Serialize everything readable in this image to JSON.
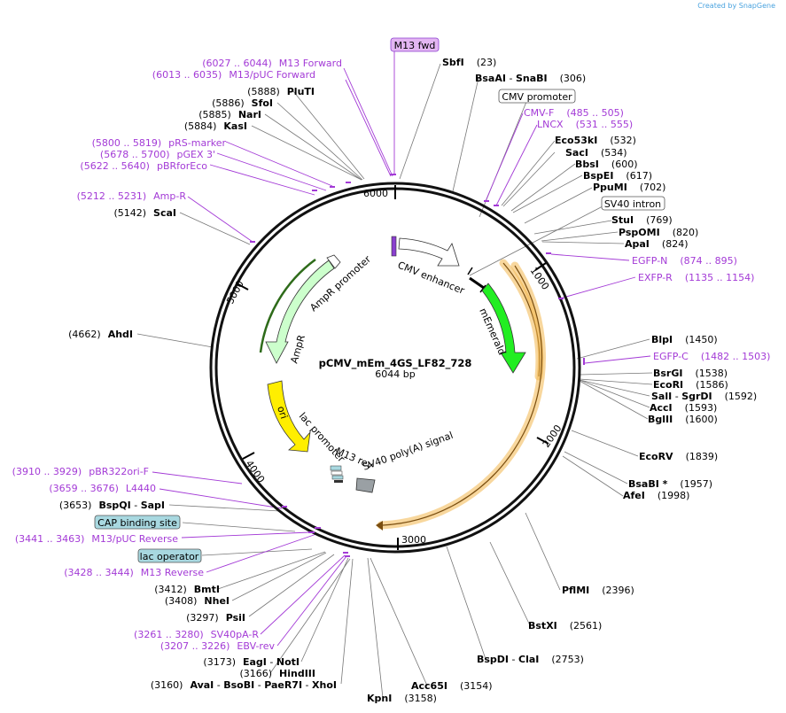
{
  "credit": {
    "prefix": "Created by",
    "brand": "SnapGene"
  },
  "plasmid": {
    "name": "pCMV_mEm_4GS_LF82_728",
    "size": "6044 bp"
  },
  "ticks": [
    "1000",
    "2000",
    "3000",
    "4000",
    "5000",
    "6000"
  ],
  "features": {
    "cmv_enhancer": "CMV enhancer",
    "memerald": "mEmerald",
    "sv40_polya": "SV40 poly(A) signal",
    "m13_rev": "M13 rev",
    "lac_promoter": "lac promoter",
    "ori": "ori",
    "ampr": "AmpR",
    "ampr_promoter": "AmpR promoter"
  },
  "boxes": {
    "m13_fwd": "M13 fwd",
    "cmv_promoter": "CMV promoter",
    "sv40_intron": "SV40 intron",
    "cap_site": "CAP binding site",
    "lac_operator": "lac operator"
  },
  "right_labels": [
    {
      "name": "SbfI",
      "pos": "(23)"
    },
    {
      "name": "BsaAI",
      "sep": " - ",
      "name2": "SnaBI",
      "pos": "(306)"
    },
    {
      "primer": "CMV-F",
      "range": "(485 .. 505)"
    },
    {
      "primer": "LNCX",
      "range": "(531 .. 555)"
    },
    {
      "name": "Eco53kI",
      "pos": "(532)"
    },
    {
      "name": "SacI",
      "pos": "(534)"
    },
    {
      "name": "BbsI",
      "pos": "(600)"
    },
    {
      "name": "BspEI",
      "pos": "(617)"
    },
    {
      "name": "PpuMI",
      "pos": "(702)"
    },
    {
      "name": "StuI",
      "pos": "(769)"
    },
    {
      "name": "PspOMI",
      "pos": "(820)"
    },
    {
      "name": "ApaI",
      "pos": "(824)"
    },
    {
      "primer": "EGFP-N",
      "range": "(874 .. 895)"
    },
    {
      "primer": "EXFP-R",
      "range": "(1135 .. 1154)"
    },
    {
      "name": "BlpI",
      "pos": "(1450)"
    },
    {
      "primer": "EGFP-C",
      "range": "(1482 .. 1503)"
    },
    {
      "name": "BsrGI",
      "pos": "(1538)"
    },
    {
      "name": "EcoRI",
      "pos": "(1586)"
    },
    {
      "name": "SalI",
      "sep": " - ",
      "name2": "SgrDI",
      "pos": "(1592)"
    },
    {
      "name": "AccI",
      "pos": "(1593)"
    },
    {
      "name": "BglII",
      "pos": "(1600)"
    },
    {
      "name": "EcoRV",
      "pos": "(1839)"
    },
    {
      "name": "BsaBI *",
      "pos": "(1957)"
    },
    {
      "name": "AfeI",
      "pos": "(1998)"
    },
    {
      "name": "PflMI",
      "pos": "(2396)"
    },
    {
      "name": "BstXI",
      "pos": "(2561)"
    },
    {
      "name": "BspDI",
      "sep": " - ",
      "name2": "ClaI",
      "pos": "(2753)"
    },
    {
      "name": "Acc65I",
      "pos": "(3154)"
    },
    {
      "name": "KpnI",
      "pos": "(3158)"
    }
  ],
  "left_labels": [
    {
      "range": "(6027 .. 6044)",
      "primer": "M13 Forward"
    },
    {
      "range": "(6013 .. 6035)",
      "primer": "M13/pUC Forward"
    },
    {
      "pos": "(5888)",
      "name": "PluTI"
    },
    {
      "pos": "(5886)",
      "name": "SfoI"
    },
    {
      "pos": "(5885)",
      "name": "NarI"
    },
    {
      "pos": "(5884)",
      "name": "KasI"
    },
    {
      "range": "(5800 .. 5819)",
      "primer": "pRS-marker"
    },
    {
      "range": "(5678 .. 5700)",
      "primer": "pGEX 3'"
    },
    {
      "range": "(5622 .. 5640)",
      "primer": "pBRforEco"
    },
    {
      "range": "(5212 .. 5231)",
      "primer": "Amp-R"
    },
    {
      "pos": "(5142)",
      "name": "ScaI"
    },
    {
      "pos": "(4662)",
      "name": "AhdI"
    },
    {
      "range": "(3910 .. 3929)",
      "primer": "pBR322ori-F"
    },
    {
      "range": "(3659 .. 3676)",
      "primer": "L4440"
    },
    {
      "pos": "(3653)",
      "name": "BspQI",
      "sep": " - ",
      "name2": "SapI"
    },
    {
      "range": "(3441 .. 3463)",
      "primer": "M13/pUC Reverse"
    },
    {
      "range": "(3428 .. 3444)",
      "primer": "M13 Reverse"
    },
    {
      "pos": "(3412)",
      "name": "BmtI"
    },
    {
      "pos": "(3408)",
      "name": "NheI"
    },
    {
      "pos": "(3297)",
      "name": "PsiI"
    },
    {
      "range": "(3261 .. 3280)",
      "primer": "SV40pA-R"
    },
    {
      "range": "(3207 .. 3226)",
      "primer": "EBV-rev"
    },
    {
      "pos": "(3173)",
      "name": "EagI",
      "sep": " - ",
      "name2": "NotI"
    },
    {
      "pos": "(3166)",
      "name": "HindIII"
    },
    {
      "pos": "(3160)",
      "name": "AvaI",
      "sep": " - ",
      "name2": "BsoBI",
      "sep2": " - ",
      "name3": "PaeR7I",
      "sep3": " - ",
      "name4": "XhoI"
    }
  ],
  "colors": {
    "backbone": "#000000",
    "primer": "#a33ad6",
    "memerald": "#22ee22",
    "orf_outline": "#f2b64d",
    "ori": "#ffee00",
    "ampr": "#ccffcc",
    "lac_box": "#a8d8e0"
  }
}
